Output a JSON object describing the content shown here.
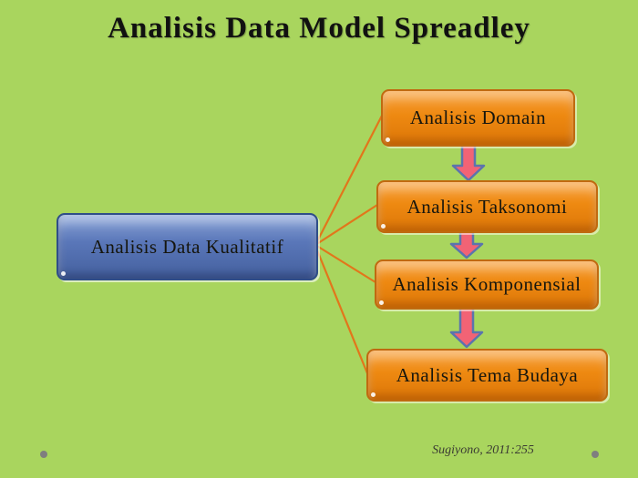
{
  "slide": {
    "title": "Analisis Data Model Spreadley",
    "citation": "Sugiyono, 2011:255"
  },
  "diagram": {
    "source": {
      "label": "Analisis Data Kualitatif"
    },
    "steps": [
      {
        "label": "Analisis Domain"
      },
      {
        "label": "Analisis Taksonomi"
      },
      {
        "label": "Analisis Komponensial"
      },
      {
        "label": "Analisis Tema Budaya"
      }
    ]
  },
  "colors": {
    "background": "#a9d55e",
    "orange_top": "#f8a13c",
    "orange_mid": "#ee8911",
    "orange_bottom": "#dc7608",
    "orange_border": "#c06a10",
    "blue_top": "#8ba5d8",
    "blue_mid": "#5a77b9",
    "blue_bottom": "#44609e",
    "blue_border": "#2f4d88",
    "connector": "#e2761b",
    "arrow_fill": "#f26375",
    "arrow_stroke": "#5b74ad",
    "title_text": "#111111",
    "box_text": "#16160e",
    "citation_text": "#3b3b33",
    "dot": "#7f7f7f"
  }
}
